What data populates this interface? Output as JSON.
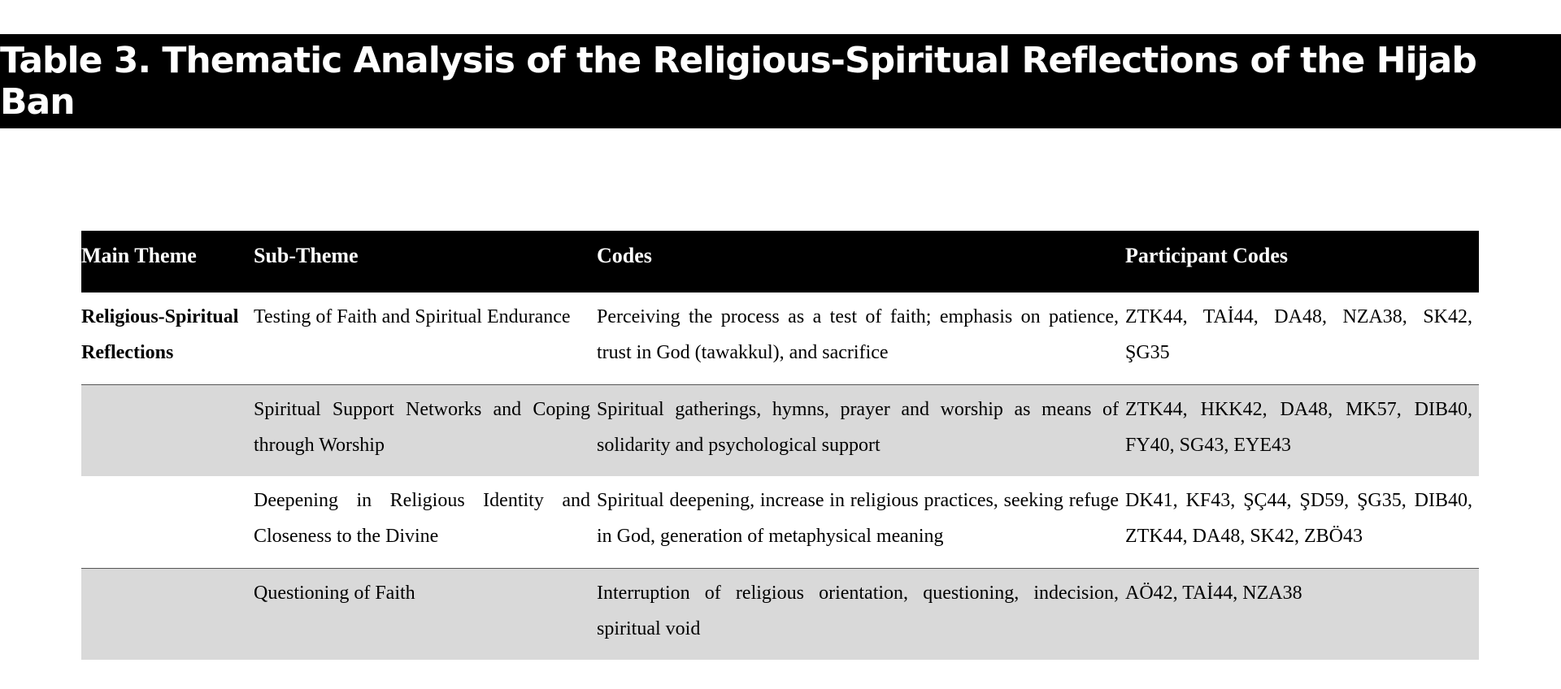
{
  "title": "Table 3. Thematic Analysis of the Religious-Spiritual Reflections of the Hijab Ban",
  "table": {
    "headers": [
      "Main Theme",
      "Sub-Theme",
      "Codes",
      "Participant Codes"
    ],
    "rows": [
      {
        "main": "Religious-Spiritual Reflections",
        "sub": "Testing of Faith and Spiritual Endurance",
        "codes": "Perceiving the process as a test of faith; emphasis on patience, trust in God (tawakkul), and sacrifice",
        "participants": "ZTK44, TAİ44, DA48, NZA38, SK42, ŞG35"
      },
      {
        "main": "",
        "sub": "Spiritual Support Networks and Coping through Worship",
        "codes": "Spiritual gatherings, hymns, prayer and worship as means of solidarity and psychological support",
        "participants": "ZTK44, HKK42, DA48, MK57, DIB40, FY40, SG43, EYE43"
      },
      {
        "main": "",
        "sub": "Deepening in Religious Identity and Closeness to the Divine",
        "codes": "Spiritual deepening, increase in religious practices, seeking refuge in God, generation of metaphysical meaning",
        "participants": "DK41, KF43, ŞÇ44, ŞD59, ŞG35, DIB40, ZTK44, DA48, SK42, ZBÖ43"
      },
      {
        "main": "",
        "sub": "Questioning of Faith",
        "codes": "Interruption of religious orientation, questioning, indecision, spiritual void",
        "participants": "AÖ42, TAİ44, NZA38"
      }
    ]
  }
}
